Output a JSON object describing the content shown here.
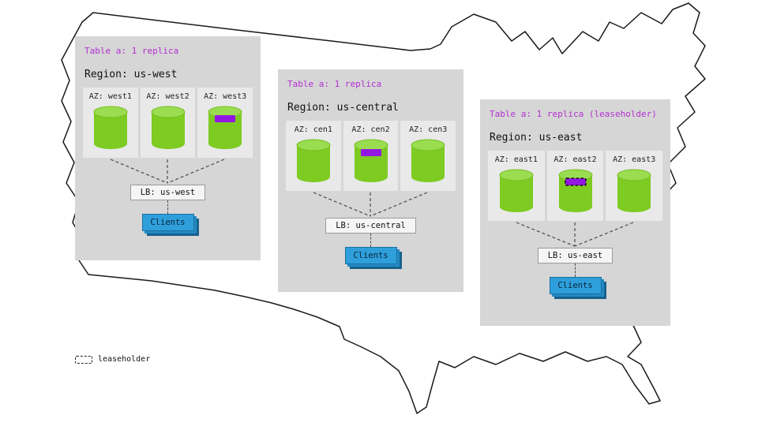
{
  "regions": [
    {
      "table_label": "Table a: 1 replica",
      "region_label": "Region: us-west",
      "azs": [
        {
          "label": "AZ: west1",
          "marker": "none"
        },
        {
          "label": "AZ: west2",
          "marker": "none"
        },
        {
          "label": "AZ: west3",
          "marker": "replica"
        }
      ],
      "lb_label": "LB: us-west",
      "clients_label": "Clients"
    },
    {
      "table_label": "Table a: 1 replica",
      "region_label": "Region: us-central",
      "azs": [
        {
          "label": "AZ: cen1",
          "marker": "none"
        },
        {
          "label": "AZ: cen2",
          "marker": "replica"
        },
        {
          "label": "AZ: cen3",
          "marker": "none"
        }
      ],
      "lb_label": "LB: us-central",
      "clients_label": "Clients"
    },
    {
      "table_label": "Table a: 1 replica (leaseholder)",
      "region_label": "Region: us-east",
      "azs": [
        {
          "label": "AZ: east1",
          "marker": "none"
        },
        {
          "label": "AZ: east2",
          "marker": "leaseholder"
        },
        {
          "label": "AZ: east3",
          "marker": "none"
        }
      ],
      "lb_label": "LB: us-east",
      "clients_label": "Clients"
    }
  ],
  "legend": {
    "label": "leaseholder"
  },
  "colors": {
    "panel_bg": "#d6d6d6",
    "az_bg": "#e9e9e9",
    "cylinder_green": "#7ecb22",
    "cylinder_top_green": "#9add50",
    "marker_purple": "#9317e3",
    "table_label_purple": "#b32fd1",
    "clients_blue": "#2e9fdb",
    "map_outline": "#1a1a1a"
  }
}
